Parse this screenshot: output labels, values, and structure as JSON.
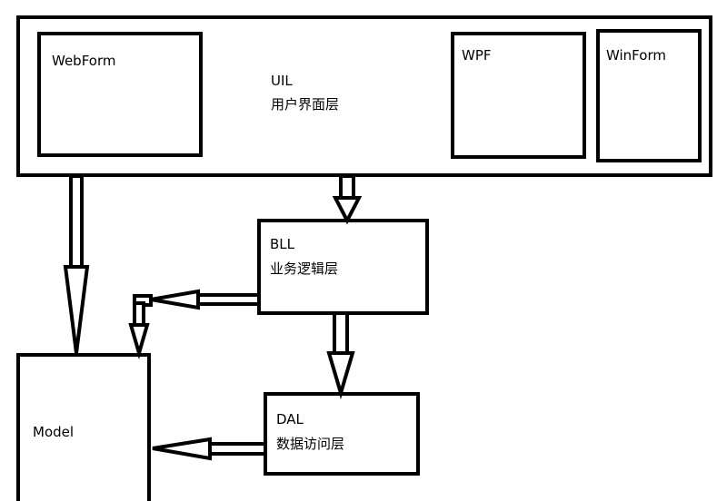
{
  "layers": {
    "uil": {
      "name": "UIL",
      "subtitle": "用户界面层",
      "clients": {
        "webform": "WebForm",
        "wpf": "WPF",
        "winform": "WinForm"
      }
    },
    "bll": {
      "name": "BLL",
      "subtitle": "业务逻辑层"
    },
    "dal": {
      "name": "DAL",
      "subtitle": "数据访问层"
    },
    "model": {
      "name": "Model"
    }
  }
}
